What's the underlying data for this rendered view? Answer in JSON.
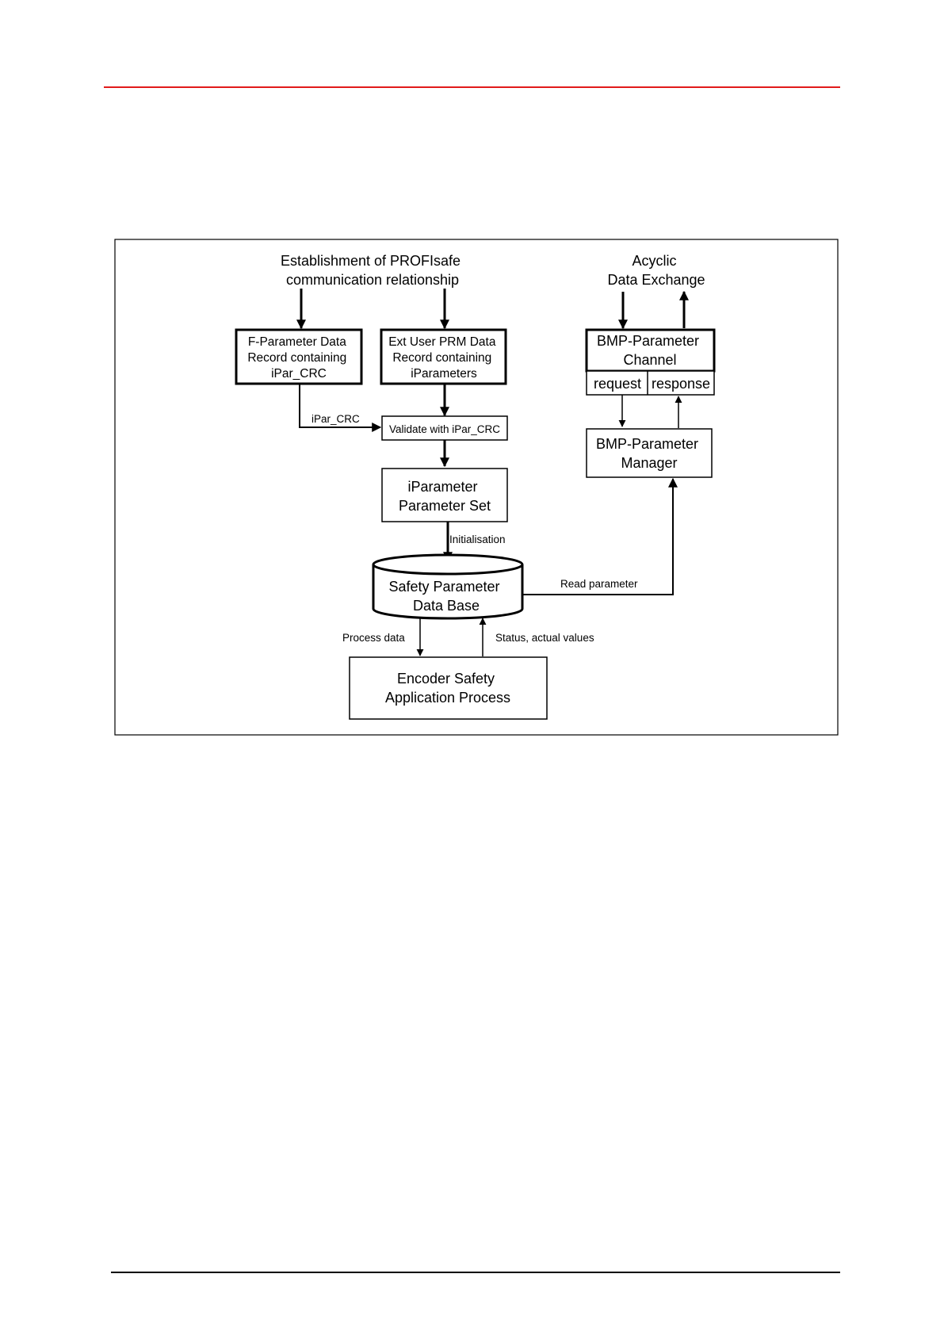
{
  "diagram": {
    "establishment": [
      "Establishment of PROFIsafe",
      "communication relationship"
    ],
    "acyclic": [
      "Acyclic",
      "Data Exchange"
    ],
    "f_param": [
      "F-Parameter Data",
      "Record containing",
      "iPar_CRC"
    ],
    "ext_user": [
      "Ext User PRM Data",
      "Record containing",
      "iParameters"
    ],
    "bmp_channel": [
      "BMP-Parameter",
      "Channel"
    ],
    "request": "request",
    "response": "response",
    "ipar_crc_label": "iPar_CRC",
    "validate": "Validate with iPar_CRC",
    "bmp_manager": [
      "BMP-Parameter",
      "Manager"
    ],
    "iparameter_set": [
      "iParameter",
      "Parameter Set"
    ],
    "initialisation": "Initialisation",
    "safety_db": [
      "Safety Parameter",
      "Data Base"
    ],
    "read_parameter": "Read parameter",
    "process_data": "Process data",
    "status_values": "Status, actual values",
    "encoder": [
      "Encoder Safety",
      "Application Process"
    ]
  },
  "colors": {
    "header_rule": "#e21b1b",
    "stroke": "#000000"
  }
}
